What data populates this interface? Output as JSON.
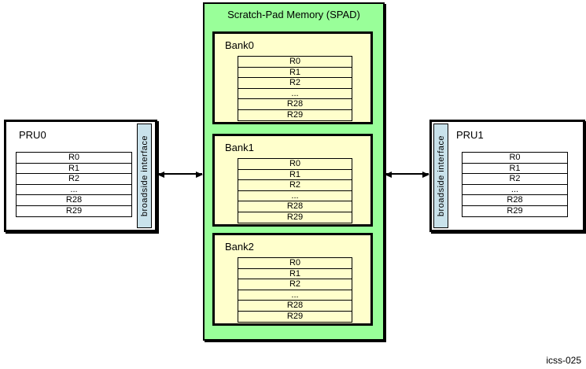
{
  "spad": {
    "title": "Scratch-Pad Memory (SPAD)",
    "banks": [
      {
        "label": "Bank0",
        "registers": [
          "R0",
          "R1",
          "R2",
          "...",
          "R28",
          "R29"
        ]
      },
      {
        "label": "Bank1",
        "registers": [
          "R0",
          "R1",
          "R2",
          "...",
          "R28",
          "R29"
        ]
      },
      {
        "label": "Bank2",
        "registers": [
          "R0",
          "R1",
          "R2",
          "...",
          "R28",
          "R29"
        ]
      }
    ]
  },
  "prus": [
    {
      "label": "PRU0",
      "interface_label": "broadside interface",
      "registers": [
        "R0",
        "R1",
        "R2",
        "...",
        "R28",
        "R29"
      ]
    },
    {
      "label": "PRU1",
      "interface_label": "broadside interface",
      "registers": [
        "R0",
        "R1",
        "R2",
        "...",
        "R28",
        "R29"
      ]
    }
  ],
  "caption": "icss-025",
  "colors": {
    "spad_fill": "#99FF99",
    "bank_fill": "#FFFFCC",
    "interface_fill": "#C9E2EB",
    "border": "#000000"
  }
}
